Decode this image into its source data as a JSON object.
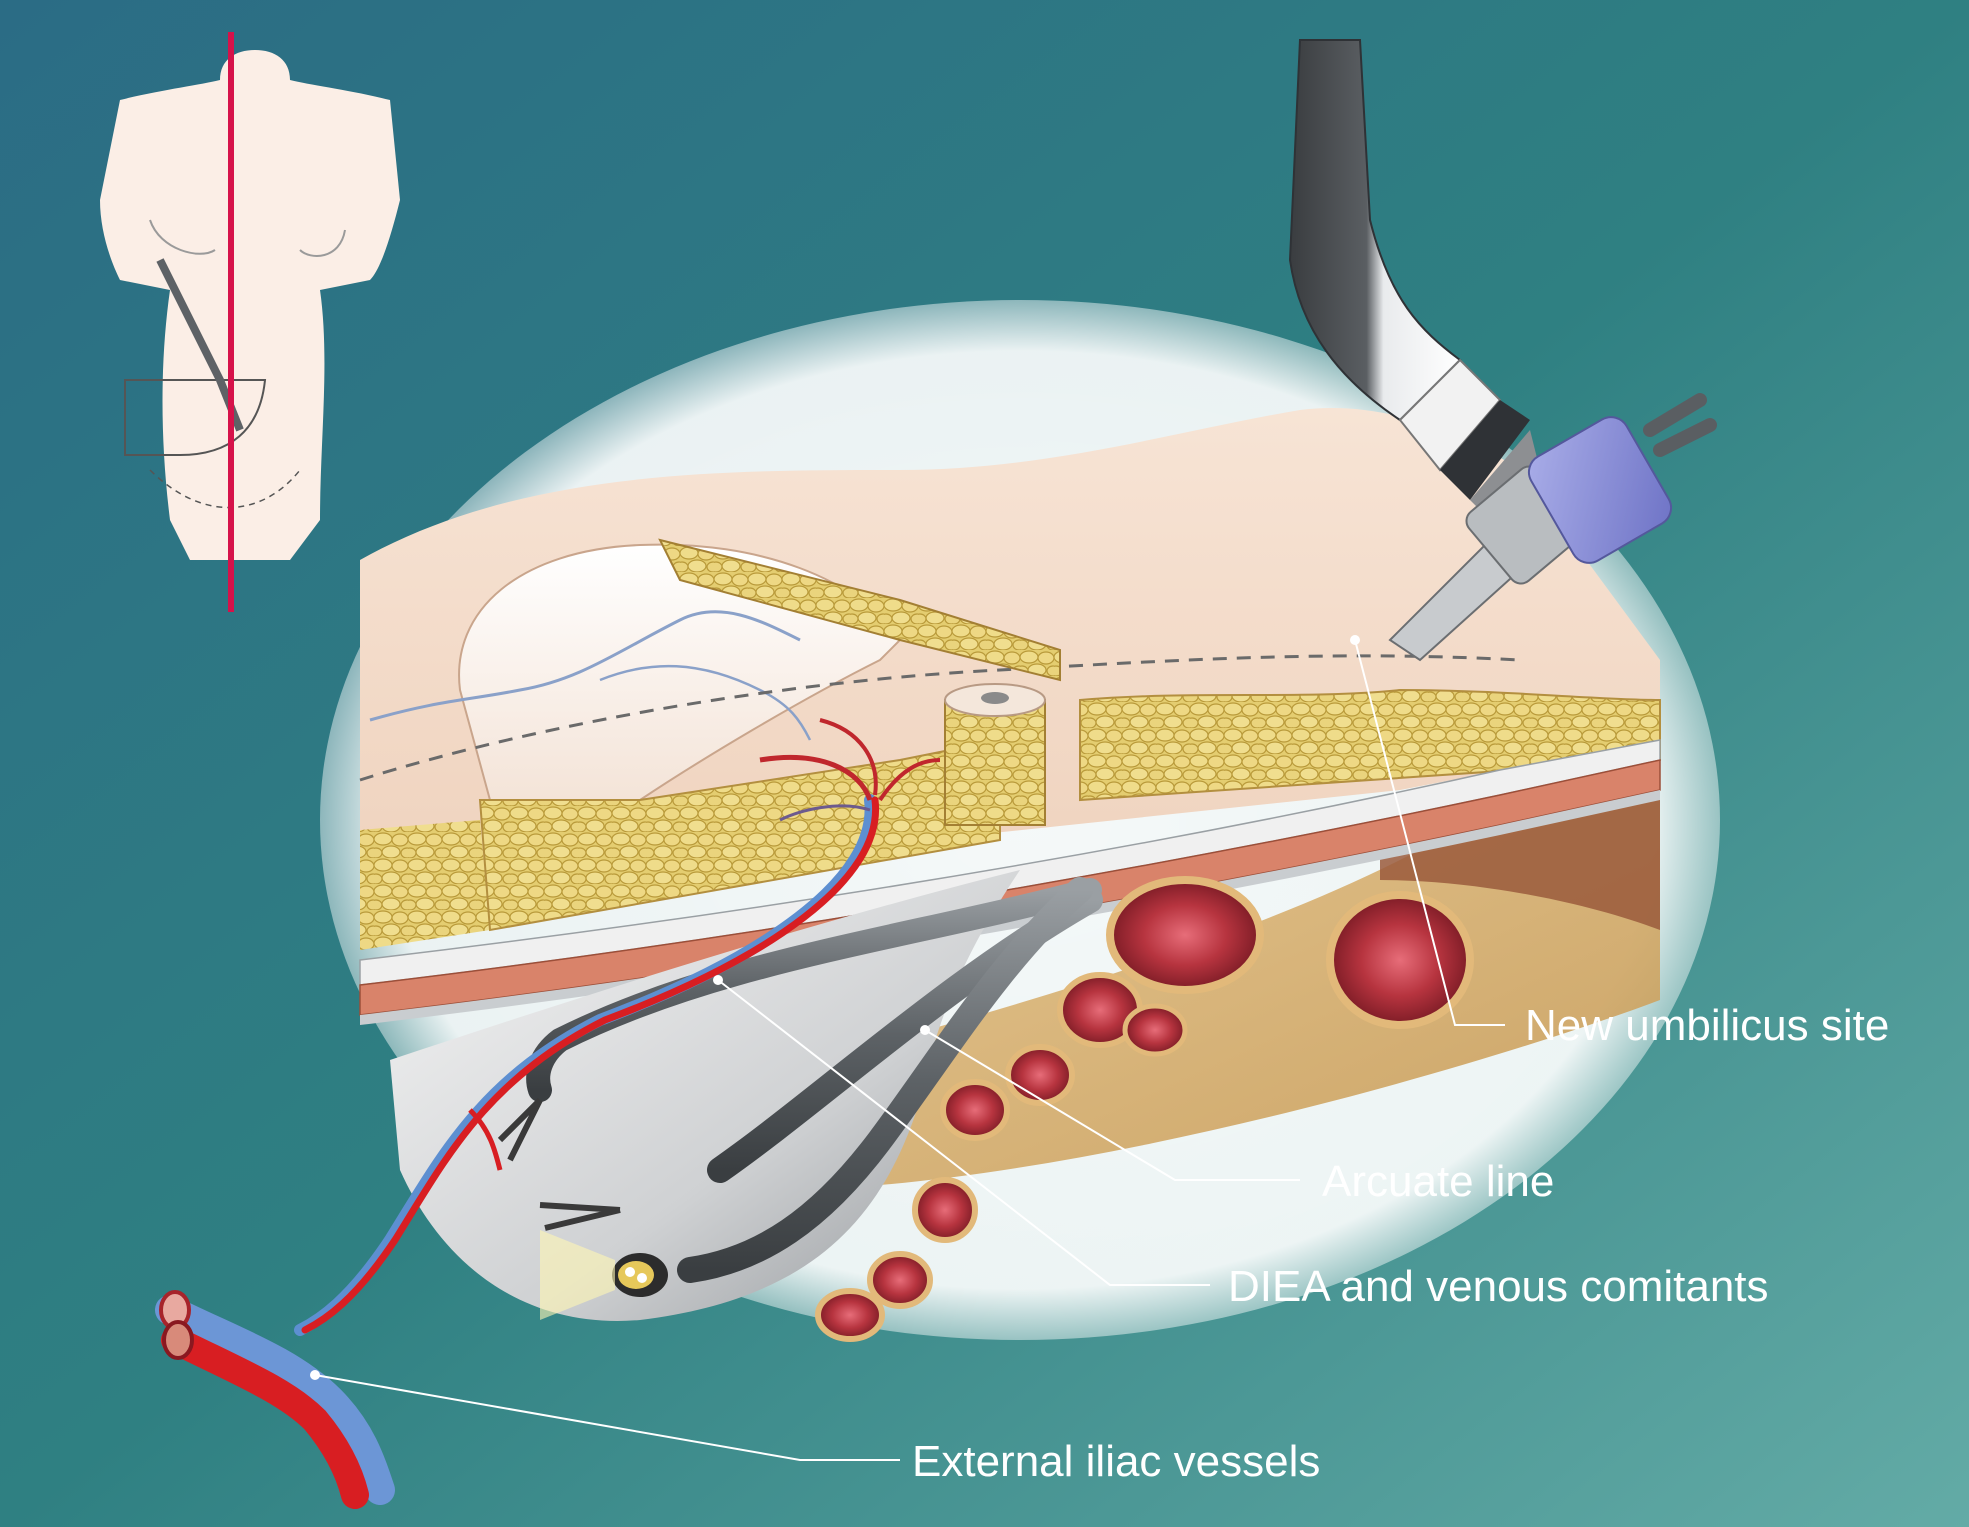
{
  "labels": {
    "new_umbilicus_site": "New umbilicus site",
    "arcuate_line": "Arcuate line",
    "diea": "DIEA and venous comitants",
    "external_iliac": "External iliac vessels"
  },
  "inset": {
    "icon": "torso-outline-with-robotic-ports",
    "midline_color": "#d6124a"
  },
  "colors": {
    "background_top": "#2a6f86",
    "background_bottom": "#5ea8a3",
    "skin": "#f2d8c4",
    "fat": "#e7d27a",
    "muscle": "#d9836a",
    "artery": "#d81e22",
    "vein": "#5d8fd1",
    "instrument": "#6e7377",
    "port_blue": "#7f84d6"
  }
}
